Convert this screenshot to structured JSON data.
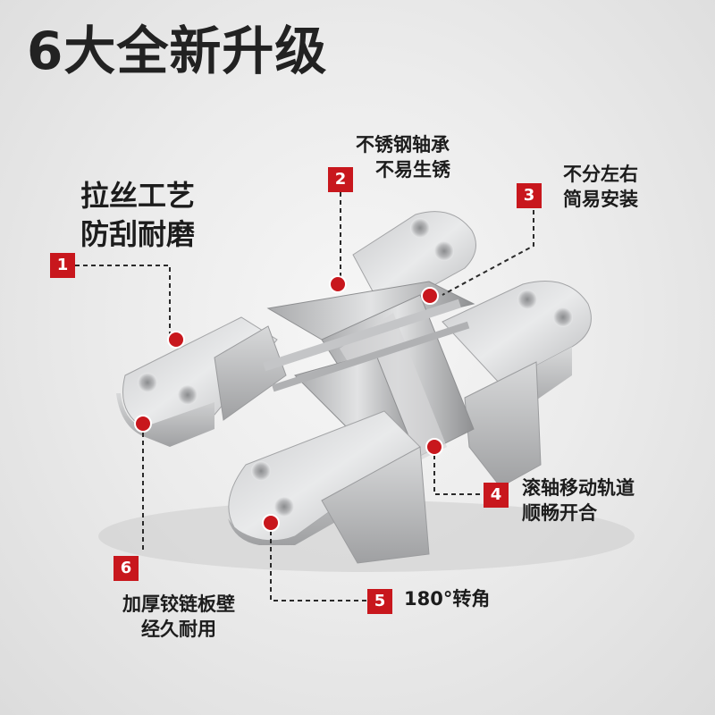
{
  "title": "6大全新升级",
  "colors": {
    "accent": "#c8171d",
    "dot": "#c8171d",
    "text": "#1c1c1c"
  },
  "callouts": [
    {
      "number": "1",
      "lines": [
        "拉丝工艺",
        "防刮耐磨"
      ]
    },
    {
      "number": "2",
      "lines": [
        "不锈钢轴承",
        "不易生锈"
      ]
    },
    {
      "number": "3",
      "lines": [
        "不分左右",
        "简易安装"
      ]
    },
    {
      "number": "4",
      "lines": [
        "滚轴移动轨道",
        "顺畅开合"
      ]
    },
    {
      "number": "5",
      "lines": [
        "180°转角"
      ]
    },
    {
      "number": "6",
      "lines": [
        "加厚铰链板壁",
        "经久耐用"
      ]
    }
  ]
}
